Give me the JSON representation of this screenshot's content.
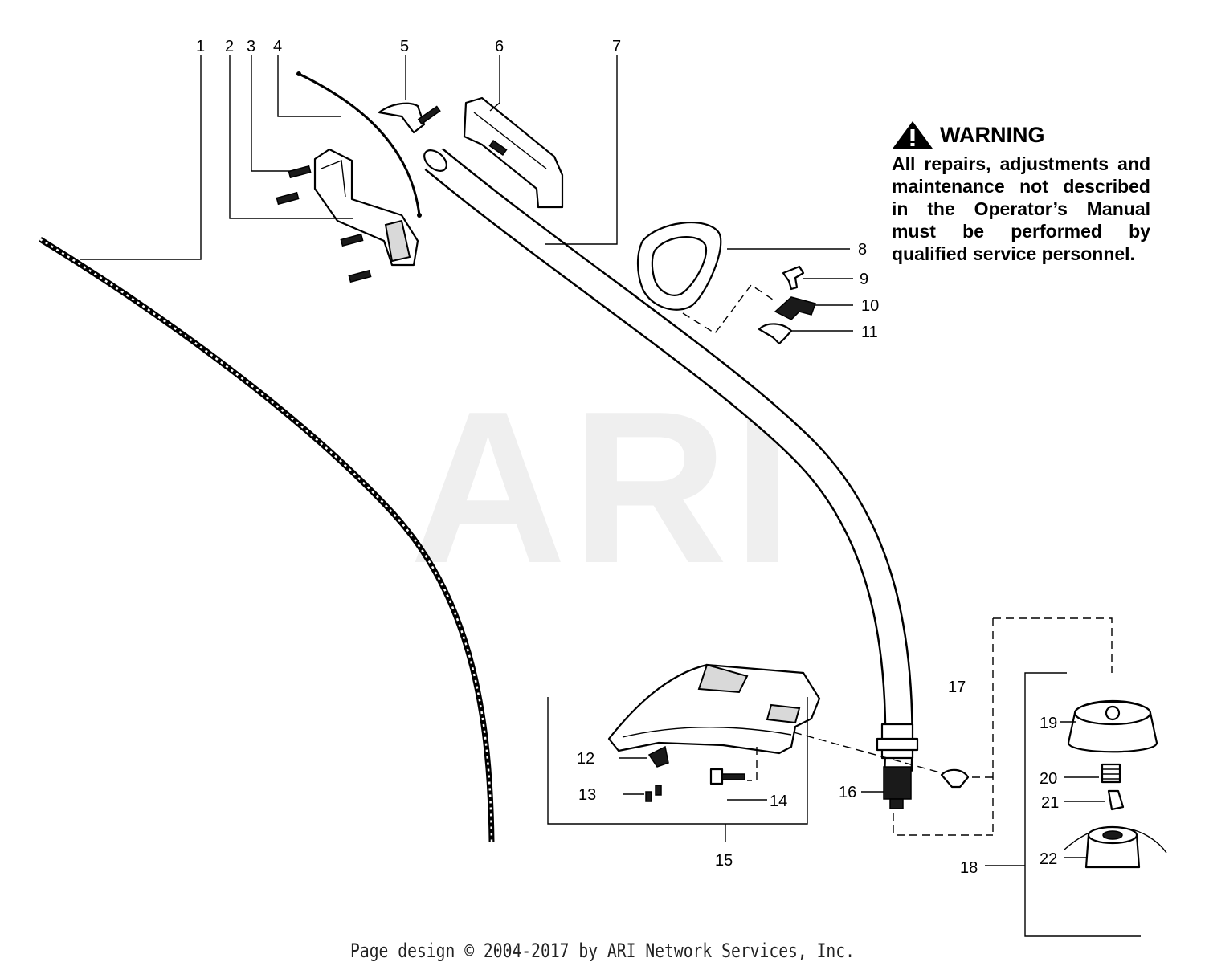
{
  "watermark": "ARI",
  "warning": {
    "title": "WARNING",
    "text": "All repairs, adjustments and maintenance not described in the Operator’s Manual must be performed by qualified service personnel.",
    "icon": "warning-triangle-icon"
  },
  "footer": "Page design © 2004-2017 by ARI Network Services, Inc.",
  "callouts": {
    "c1": "1",
    "c2": "2",
    "c3": "3",
    "c4": "4",
    "c5": "5",
    "c6": "6",
    "c7": "7",
    "c8": "8",
    "c9": "9",
    "c10": "10",
    "c11": "11",
    "c12": "12",
    "c13": "13",
    "c14": "14",
    "c15": "15",
    "c16": "16",
    "c17": "17",
    "c18": "18",
    "c19": "19",
    "c20": "20",
    "c21": "21",
    "c22": "22"
  }
}
